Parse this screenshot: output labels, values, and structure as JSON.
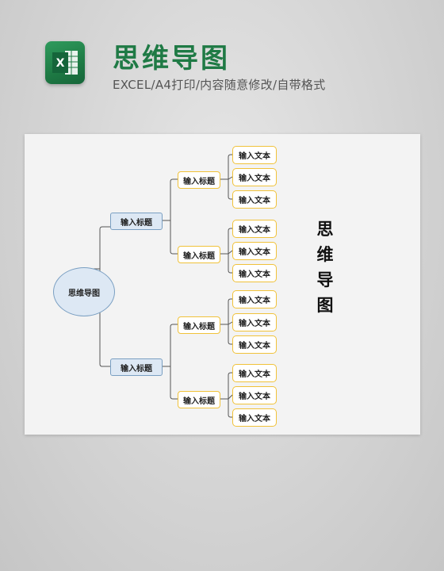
{
  "header": {
    "app_icon_letter": "X",
    "title": "思维导图",
    "subtitle": "EXCEL/A4打印/内容随意修改/自带格式"
  },
  "mindmap": {
    "root": "思维导图",
    "branches": [
      {
        "label": "输入标题",
        "children": [
          {
            "label": "输入标题",
            "leaves": [
              "输入文本",
              "输入文本",
              "输入文本"
            ]
          },
          {
            "label": "输入标题",
            "leaves": [
              "输入文本",
              "输入文本",
              "输入文本"
            ]
          }
        ]
      },
      {
        "label": "输入标题",
        "children": [
          {
            "label": "输入标题",
            "leaves": [
              "输入文本",
              "输入文本",
              "输入文本"
            ]
          },
          {
            "label": "输入标题",
            "leaves": [
              "输入文本",
              "输入文本",
              "输入文本"
            ]
          }
        ]
      }
    ],
    "vertical_title": [
      "思",
      "维",
      "导",
      "图"
    ]
  },
  "colors": {
    "brand_green": "#1f7a45",
    "l1_fill": "#dde8f4",
    "l1_border": "#7a9fc2",
    "leaf_border": "#f0c23a",
    "connector": "#555555"
  }
}
